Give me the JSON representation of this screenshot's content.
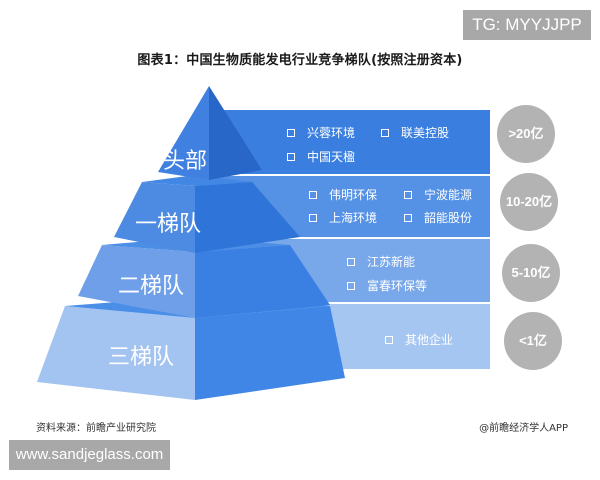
{
  "watermark_top": "TG: MYYJJPP",
  "title": "图表1：中国生物质能发电行业竞争梯队(按照注册资本)",
  "tiers": [
    {
      "label": "头部",
      "capital": ">20亿",
      "companies": [
        "兴蓉环境",
        "联美控股",
        "中国天楹"
      ],
      "color": "#3a7fe0"
    },
    {
      "label": "一梯队",
      "capital": "10-20亿",
      "companies": [
        "伟明环保",
        "宁波能源",
        "上海环境",
        "韶能股份"
      ],
      "color": "#5591e4"
    },
    {
      "label": "二梯队",
      "capital": "5-10亿",
      "companies": [
        "江苏新能",
        "富春环保等"
      ],
      "color": "#79a8ea"
    },
    {
      "label": "三梯队",
      "capital": "<1亿",
      "companies": [
        "其他企业"
      ],
      "color": "#a6c6f2"
    }
  ],
  "footer": {
    "source": "资料来源：前瞻产业研究院",
    "credit": "@前瞻经济学人APP"
  },
  "watermark_bottom": "www.sandjeglass.com",
  "colors": {
    "badge_gray": "#a8a8a8",
    "circle_gray": "#b3b3b3",
    "pyramid_dark": "#2c6fd6",
    "pyramid_light": "#a6c6f2"
  }
}
